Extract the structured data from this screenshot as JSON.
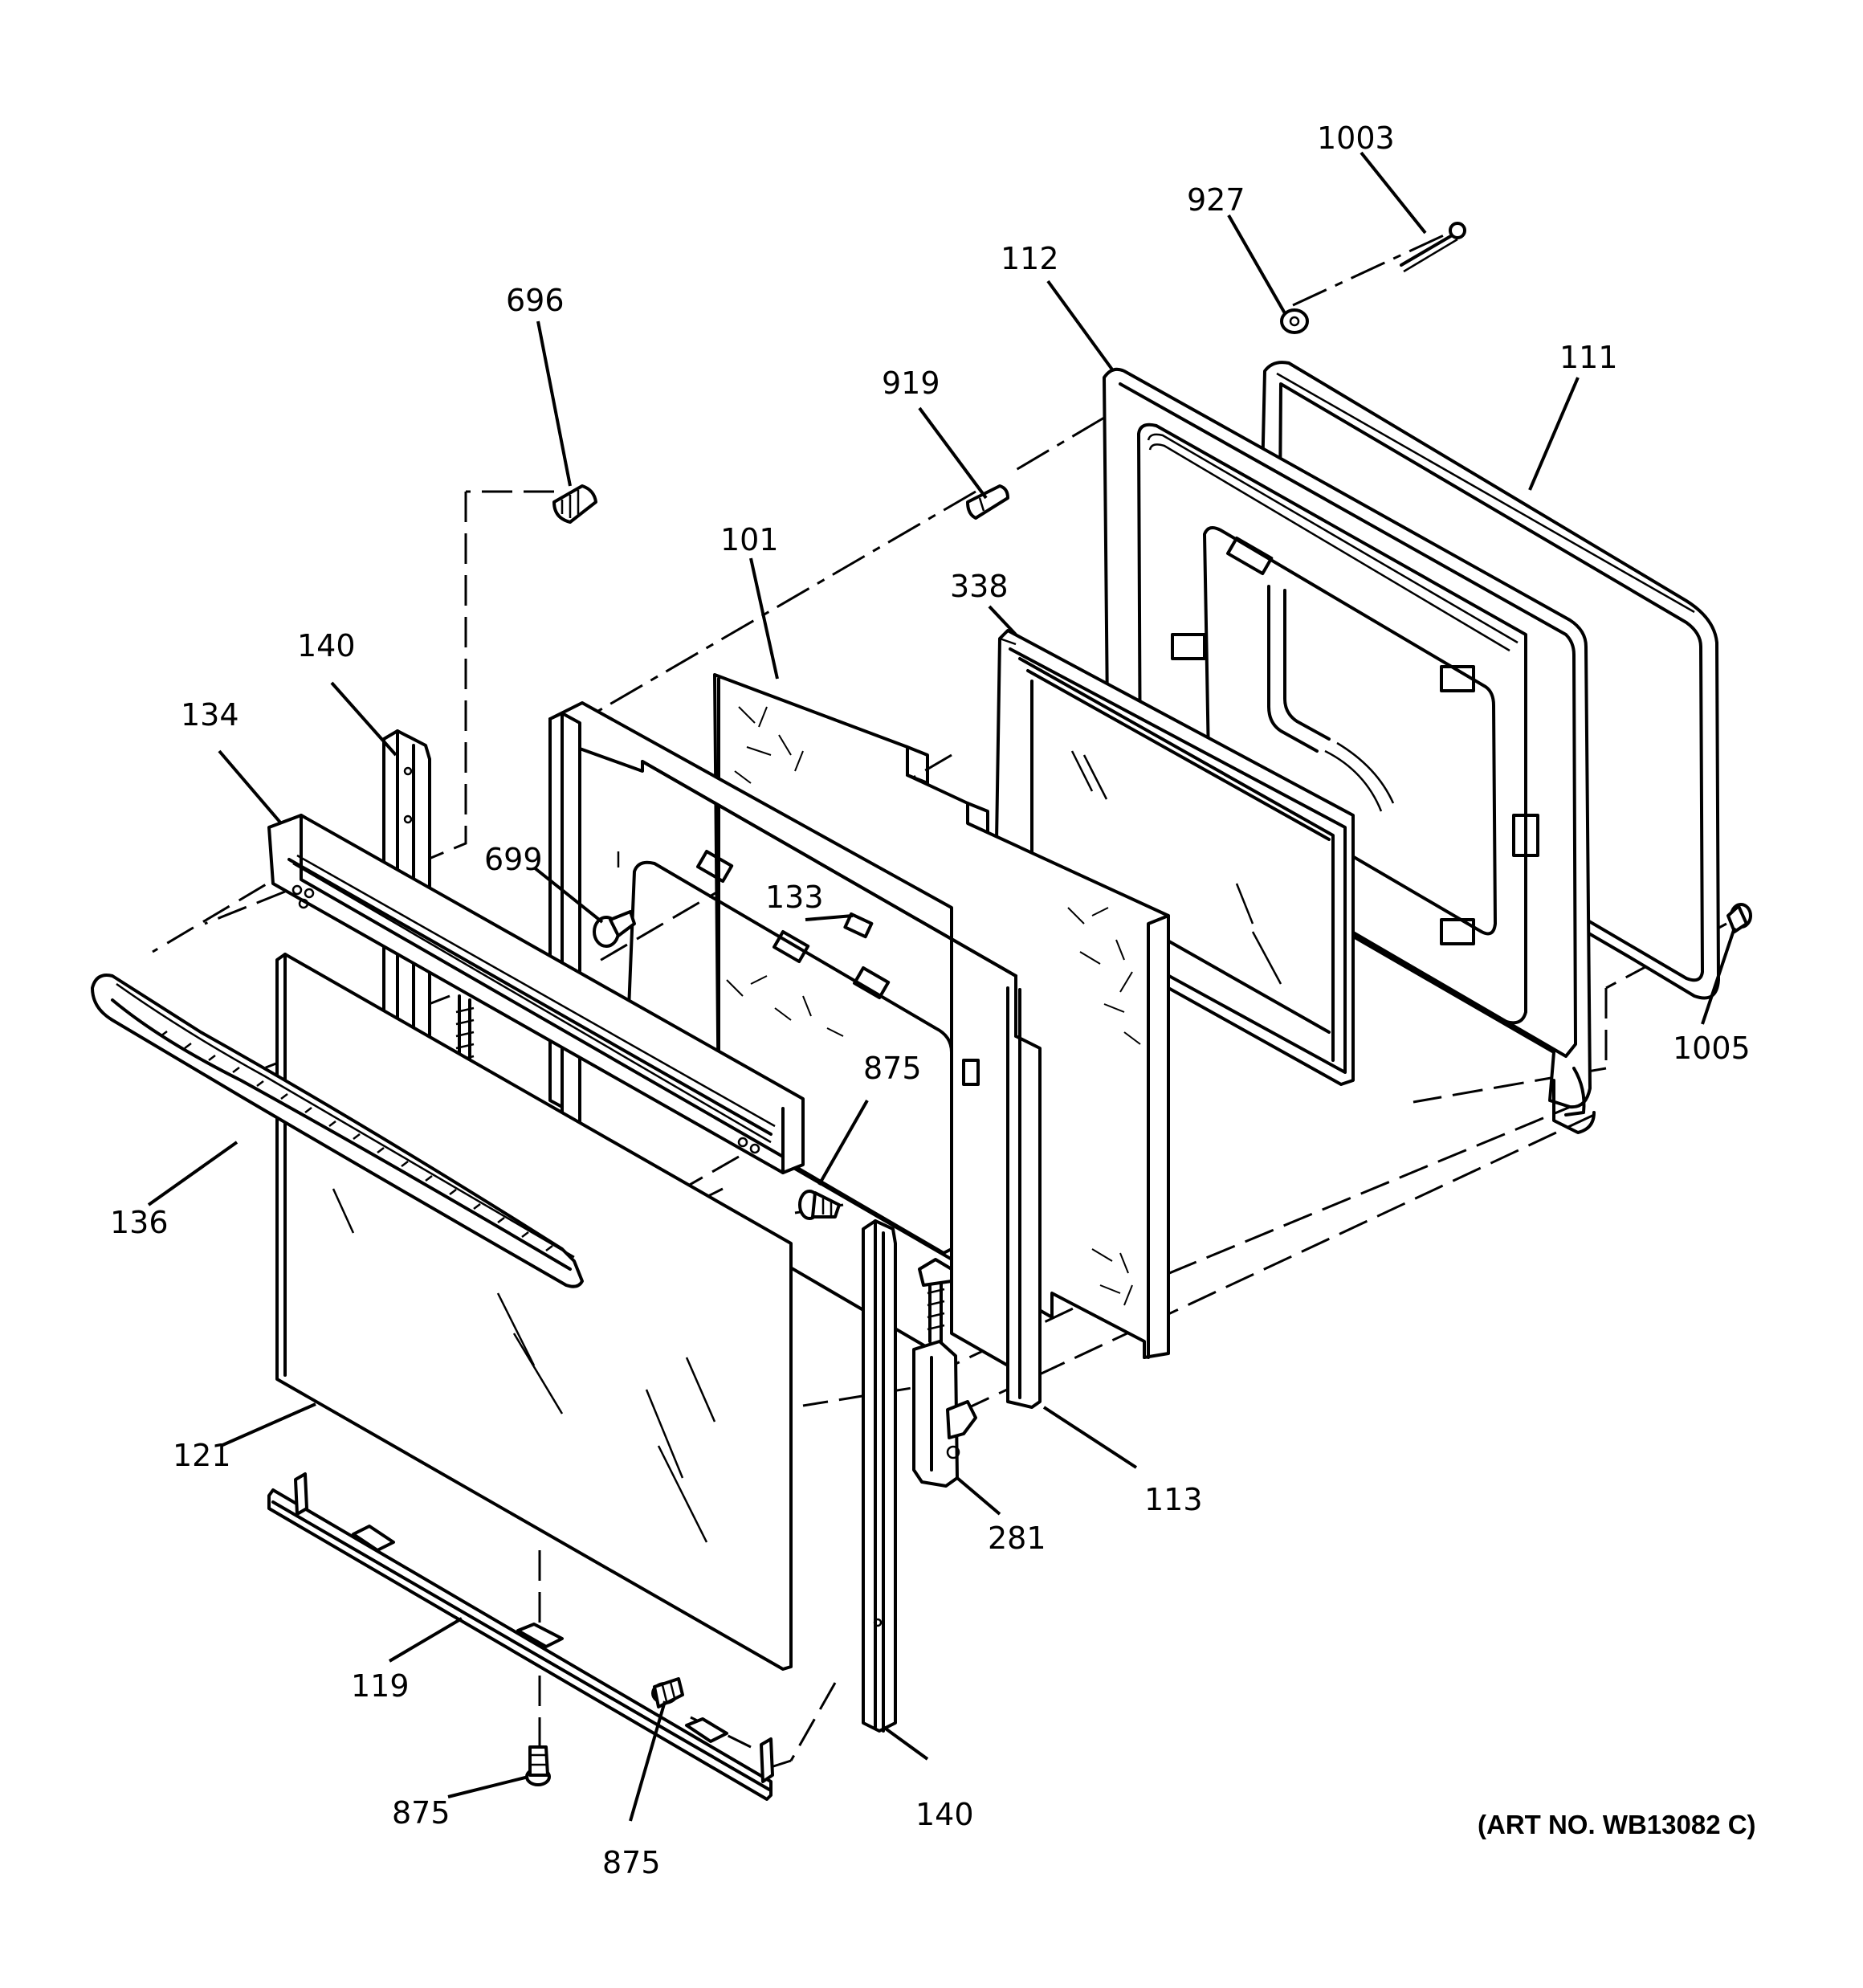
{
  "art_number": "(ART NO. WB13082 C)",
  "callouts": [
    {
      "id": "1003",
      "text": "1003"
    },
    {
      "id": "927",
      "text": "927"
    },
    {
      "id": "112",
      "text": "112"
    },
    {
      "id": "111",
      "text": "111"
    },
    {
      "id": "696",
      "text": "696"
    },
    {
      "id": "919",
      "text": "919"
    },
    {
      "id": "101",
      "text": "101"
    },
    {
      "id": "338",
      "text": "338"
    },
    {
      "id": "140-top",
      "text": "140"
    },
    {
      "id": "134",
      "text": "134"
    },
    {
      "id": "699",
      "text": "699"
    },
    {
      "id": "133",
      "text": "133"
    },
    {
      "id": "875-mid",
      "text": "875"
    },
    {
      "id": "1005",
      "text": "1005"
    },
    {
      "id": "136",
      "text": "136"
    },
    {
      "id": "121",
      "text": "121"
    },
    {
      "id": "113",
      "text": "113"
    },
    {
      "id": "281",
      "text": "281"
    },
    {
      "id": "119",
      "text": "119"
    },
    {
      "id": "875-left",
      "text": "875"
    },
    {
      "id": "140-bottom",
      "text": "140"
    },
    {
      "id": "875-bottom",
      "text": "875"
    }
  ]
}
